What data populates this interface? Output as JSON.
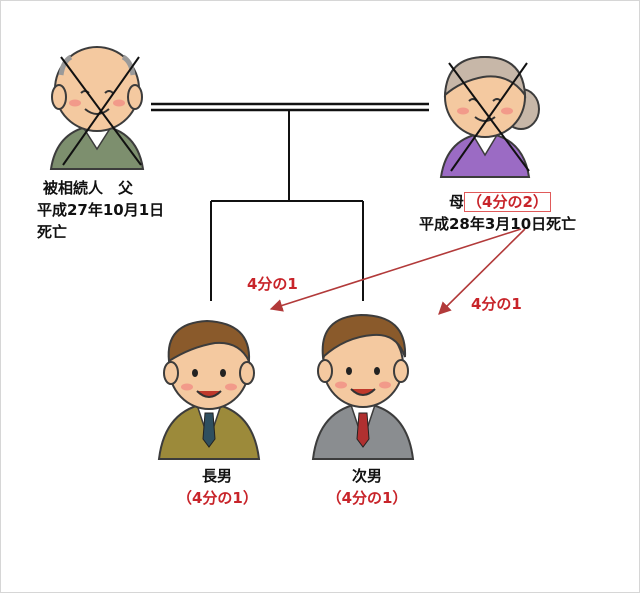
{
  "father": {
    "title": "被相続人　父",
    "line2": "平成27年10月1日",
    "line3": "死亡"
  },
  "mother": {
    "name": "母",
    "share": "（4分の2）",
    "death": "平成28年3月10日死亡"
  },
  "eldest_son": {
    "name": "長男",
    "share": "（4分の1）"
  },
  "second_son": {
    "name": "次男",
    "share": "（4分の1）"
  },
  "arrows": {
    "to_eldest": "4分の1",
    "to_second": "4分の1"
  },
  "colors": {
    "share_red": "#c8242a",
    "mother_sweater": "#9b6bc4",
    "father_vest": "#7d8f6e",
    "eldest_suit": "#9c8a3a",
    "second_suit": "#8a8d90",
    "skin": "#f4c9a0"
  }
}
